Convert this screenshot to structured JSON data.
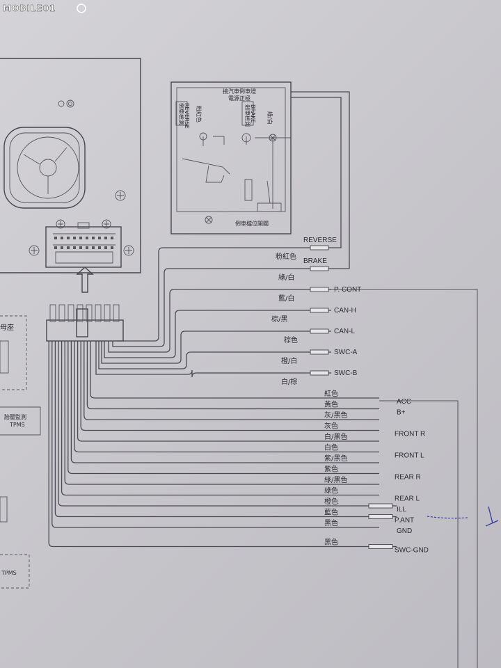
{
  "watermark": "MOBILE01",
  "left_labels": {
    "socket": "母座",
    "tpms_cn": "胎壓監測",
    "tpms_en": "TPMS",
    "tpms_bottom": "TPMS"
  },
  "inset": {
    "top_text_1": "接汽車倒車燈",
    "top_text_2": "電源正極",
    "reverse_sense": "倒車檢測",
    "reverse_en": "REVERSE",
    "pink": "粉紅色",
    "brake_sense": "剎車檢測",
    "brake_en": "BRAKE",
    "green_white": "綠/白",
    "gear_switch": "倒車檔位開關"
  },
  "top_wires": [
    {
      "color": "粉紅色",
      "signal": "REVERSE"
    },
    {
      "color": "綠/白",
      "signal": "BRAKE"
    },
    {
      "color": "藍/白",
      "signal": "P. CONT"
    },
    {
      "color": "棕/黑",
      "signal": "CAN-H"
    },
    {
      "color": "棕色",
      "signal": "CAN-L"
    },
    {
      "color": "橙/白",
      "signal": "SWC-A"
    },
    {
      "color": "白/棕",
      "signal": "SWC-B"
    }
  ],
  "bottom_wires": [
    {
      "color": "紅色",
      "signal": "ACC"
    },
    {
      "color": "黃色",
      "signal": "B+"
    },
    {
      "color": "灰/黑色",
      "signal": ""
    },
    {
      "color": "灰色",
      "signal": "FRONT R"
    },
    {
      "color": "白/黑色",
      "signal": ""
    },
    {
      "color": "白色",
      "signal": "FRONT L"
    },
    {
      "color": "紫/黑色",
      "signal": ""
    },
    {
      "color": "紫色",
      "signal": "REAR R"
    },
    {
      "color": "綠/黑色",
      "signal": ""
    },
    {
      "color": "綠色",
      "signal": "REAR L"
    },
    {
      "color": "橙色",
      "signal": "ILL"
    },
    {
      "color": "藍色",
      "signal": "P.ANT"
    },
    {
      "color": "黑色",
      "signal": "GND"
    },
    {
      "color": "黑色",
      "signal": "SWC-GND"
    }
  ]
}
